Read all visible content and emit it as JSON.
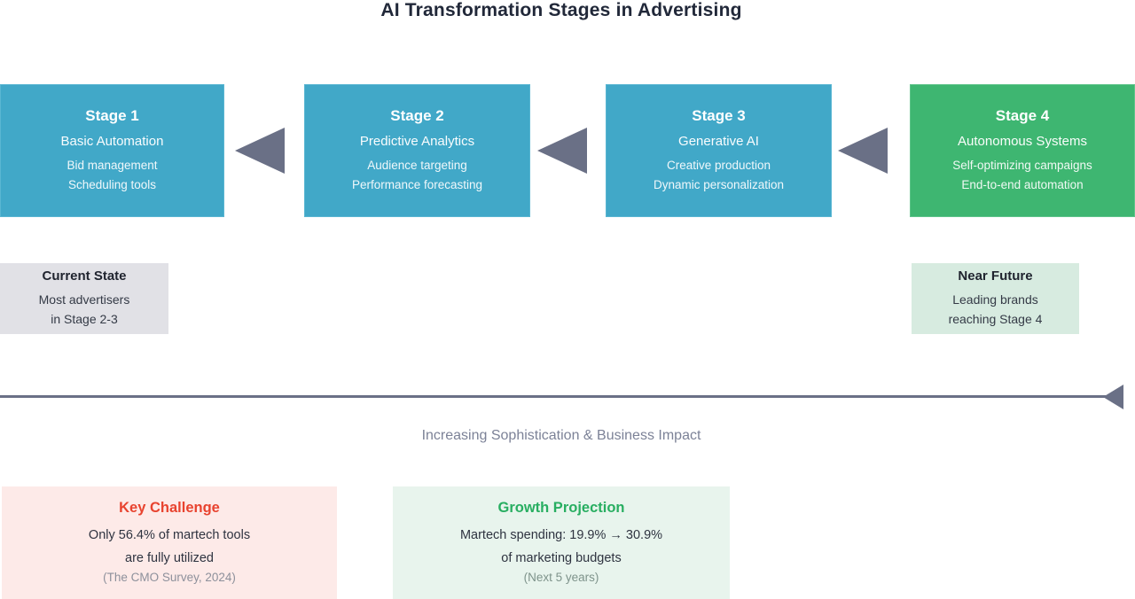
{
  "colors": {
    "stage_teal": "#41a8c8",
    "stage_teal_border": "#59b6d2",
    "stage_green": "#3eb671",
    "stage_green_border": "#5fc48a",
    "arrow_slate": "#6a7086",
    "title_text": "#212839",
    "stage_text": "#ffffff",
    "current_state_bg": "#e1e1e6",
    "near_future_bg": "#d7ebe0",
    "note_text": "#343a46",
    "axis_label_text": "#7c8297",
    "challenge_bg": "#fdeae8",
    "challenge_accent": "#e8432f",
    "growth_bg": "#e8f4ed",
    "growth_accent": "#28ae61",
    "callout_text": "#2e3340",
    "challenge_note_text": "#8d909b",
    "growth_note_text": "#7e938b"
  },
  "title": "AI Transformation Stages in Advertising",
  "stages": [
    {
      "name": "Stage 1",
      "subtitle": "Basic Automation",
      "details": [
        "Bid management",
        "Scheduling tools"
      ]
    },
    {
      "name": "Stage 2",
      "subtitle": "Predictive Analytics",
      "details": [
        "Audience targeting",
        "Performance forecasting"
      ]
    },
    {
      "name": "Stage 3",
      "subtitle": "Generative AI",
      "details": [
        "Creative production",
        "Dynamic personalization"
      ]
    },
    {
      "name": "Stage 4",
      "subtitle": "Autonomous Systems",
      "details": [
        "Self-optimizing campaigns",
        "End-to-end automation"
      ]
    }
  ],
  "annotations": {
    "current_state": {
      "title": "Current State",
      "lines": [
        "Most advertisers",
        "in Stage 2-3"
      ]
    },
    "near_future": {
      "title": "Near Future",
      "lines": [
        "Leading brands",
        "reaching Stage 4"
      ]
    }
  },
  "axis": {
    "label": "Increasing Sophistication & Business Impact"
  },
  "callouts": {
    "key_challenge": {
      "title": "Key Challenge",
      "lines": [
        "Only 56.4% of martech tools",
        "are fully utilized"
      ],
      "note": "(The CMO Survey, 2024)"
    },
    "growth_projection": {
      "title": "Growth Projection",
      "lines": [
        "Martech spending: 19.9% → 30.9%",
        "of marketing budgets"
      ],
      "note": "(Next 5 years)"
    }
  }
}
